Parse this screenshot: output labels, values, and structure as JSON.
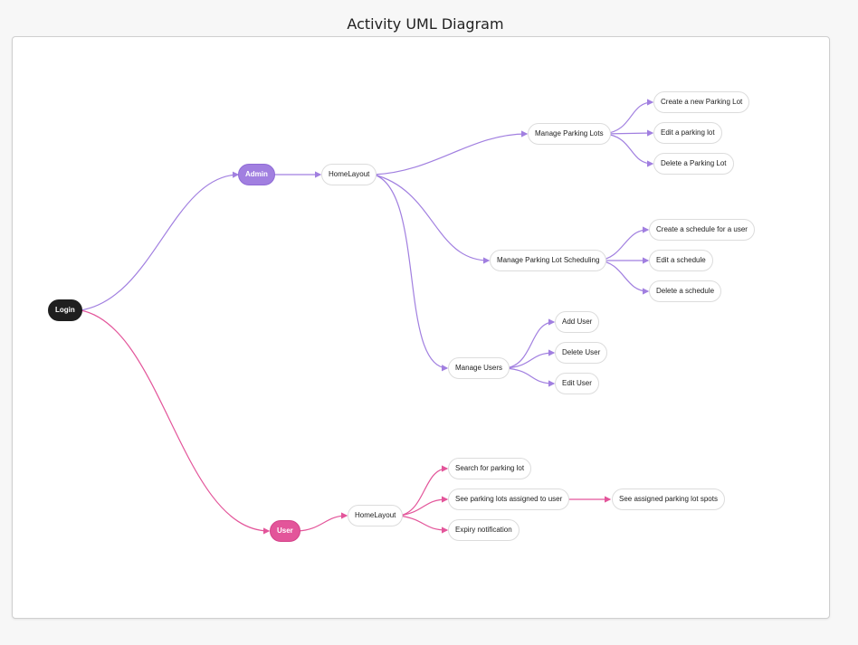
{
  "diagram": {
    "title": "Activity UML Diagram",
    "colors": {
      "admin": "#a17fe0",
      "user": "#e3559a",
      "root": "#1f1f1f"
    },
    "nodes": {
      "login": "Login",
      "admin": "Admin",
      "admin_home": "HomeLayout",
      "manage_parking_lots": "Manage Parking Lots",
      "create_parking_lot": "Create a new Parking Lot",
      "edit_parking_lot": "Edit a parking lot",
      "delete_parking_lot": "Delete a Parking Lot",
      "manage_scheduling": "Manage Parking Lot Scheduling",
      "create_schedule": "Create a schedule for a user",
      "edit_schedule": "Edit a schedule",
      "delete_schedule": "Delete a schedule",
      "manage_users": "Manage Users",
      "add_user": "Add User",
      "delete_user": "Delete User",
      "edit_user": "Edit User",
      "user": "User",
      "user_home": "HomeLayout",
      "search_parking_lot": "Search for parking lot",
      "see_assigned_lots": "See parking lots assigned to user",
      "see_assigned_spots": "See assigned parking lot spots",
      "expiry_notification": "Expiry notification"
    }
  }
}
